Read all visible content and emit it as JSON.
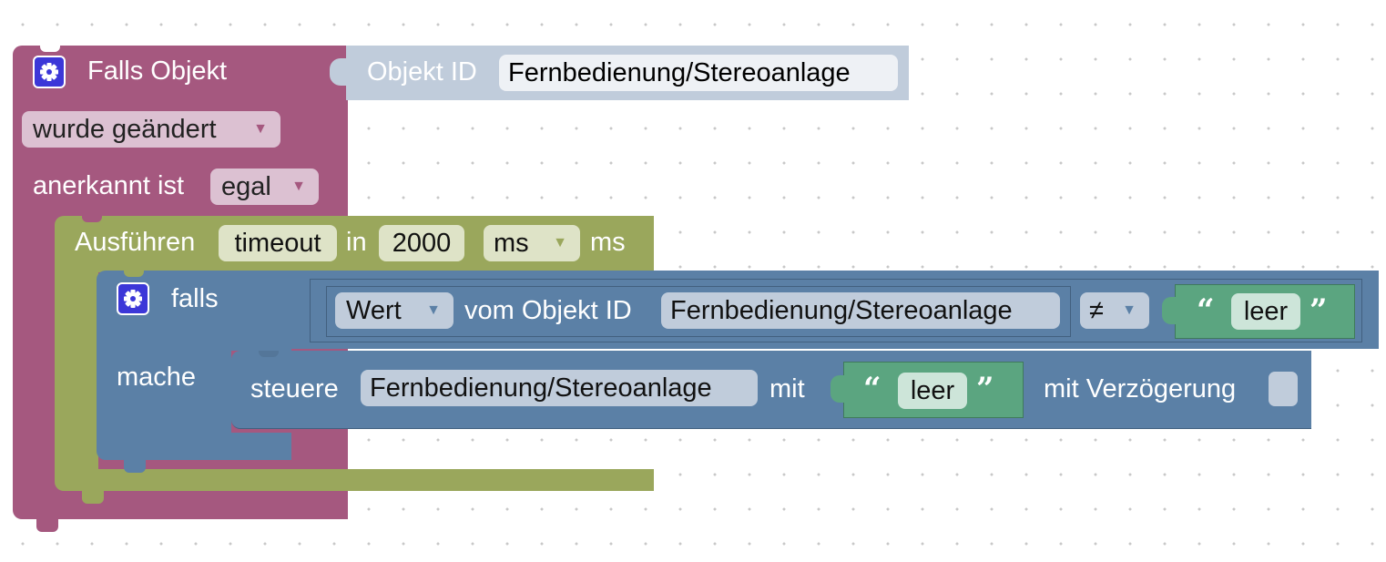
{
  "trigger": {
    "title": "Falls Objekt",
    "object_label": "Objekt ID",
    "object_value": "Fernbedienung/Stereoanlage",
    "condition": "wurde geändert",
    "ack_label": "anerkannt ist",
    "ack_value": "egal"
  },
  "timeout": {
    "label": "Ausführen",
    "name": "timeout",
    "in_label": "in",
    "delay": "2000",
    "unit_option": "ms",
    "unit_suffix": "ms"
  },
  "if_block": {
    "label": "falls",
    "do_label": "mache",
    "getter_mode": "Wert",
    "getter_label": "vom Objekt ID",
    "getter_object": "Fernbedienung/Stereoanlage",
    "operator": "≠",
    "compare_text": "leer"
  },
  "control": {
    "label": "steuere",
    "object": "Fernbedienung/Stereoanlage",
    "with_label": "mit",
    "value_text": "leer",
    "delay_label": "mit Verzögerung"
  },
  "glyphs": {
    "dropdown_arrow": "▼",
    "quote_open": "“",
    "quote_close": "”"
  },
  "icons": {
    "gear": "gear-icon"
  },
  "colors": {
    "trigger_block": "#a5587f",
    "timeout_block": "#9aa75c",
    "logic_block": "#5b80a6",
    "string_block": "#5ba580",
    "object_id_block": "#c0ccdb",
    "gear_icon": "#3c37d8"
  }
}
